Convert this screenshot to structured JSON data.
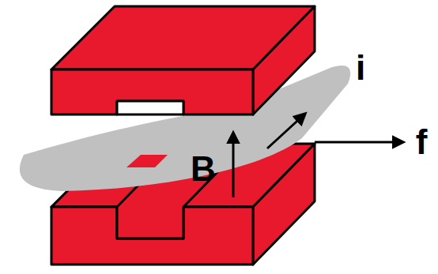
{
  "diagram": {
    "labels": [
      "i",
      "B",
      "f"
    ]
  }
}
